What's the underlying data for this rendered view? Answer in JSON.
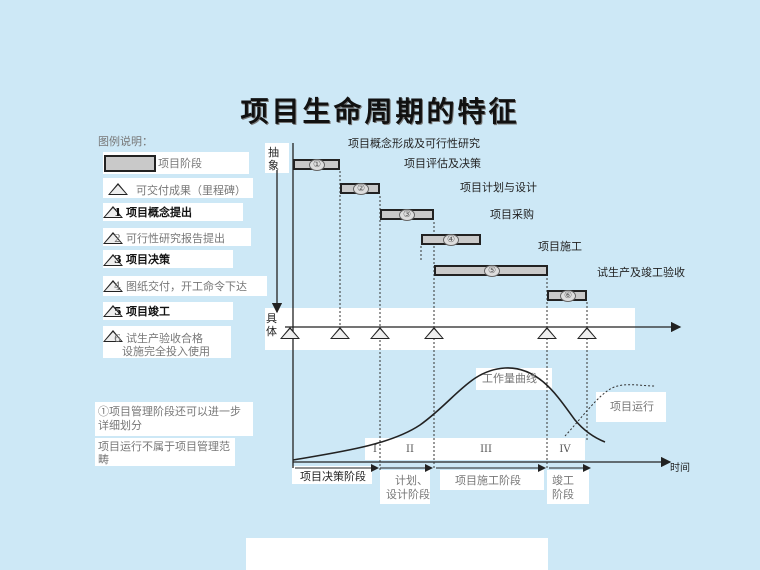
{
  "title": "项目生命周期的特征",
  "legend": {
    "heading": "图例说明：",
    "phase_label": "项目阶段",
    "deliverable_label": "可交付成果（里程碑）",
    "items": [
      {
        "num": "1",
        "text": "项目概念提出"
      },
      {
        "num": "2",
        "text": "可行性研究报告提出"
      },
      {
        "num": "3",
        "text": "项目决策"
      },
      {
        "num": "4",
        "text": "图纸交付，开工命令下达"
      },
      {
        "num": "5",
        "text": "项目竣工"
      },
      {
        "num": "6",
        "line1": "试生产验收合格",
        "line2": "设施完全投入使用"
      }
    ]
  },
  "notes": {
    "note1_line1": "①项目管理阶段还可以进一步",
    "note1_line2": "详细划分",
    "note2_line1": "项目运行不属于项目管理范",
    "note2_line2": "畴"
  },
  "axis": {
    "abstract": "抽象",
    "concrete": "具体",
    "time": "时间"
  },
  "phases": [
    {
      "num": "①",
      "label": "项目概念形成及可行性研究"
    },
    {
      "num": "②",
      "label": "项目评估及决策"
    },
    {
      "num": "③",
      "label": "项目计划与设计"
    },
    {
      "num": "④",
      "label": "项目采购"
    },
    {
      "num": "⑤",
      "label": "项目施工"
    },
    {
      "num": "⑥",
      "label": "试生产及竣工验收"
    }
  ],
  "curve": {
    "workload": "工作量曲线",
    "operation": "项目运行"
  },
  "stages": {
    "roman": [
      "I",
      "II",
      "III",
      "IV"
    ],
    "decision": "项目决策阶段",
    "plan_line1": "计划、",
    "plan_line2": "设计阶段",
    "construction": "项目施工阶段",
    "complete_line1": "竣工",
    "complete_line2": "阶段"
  }
}
